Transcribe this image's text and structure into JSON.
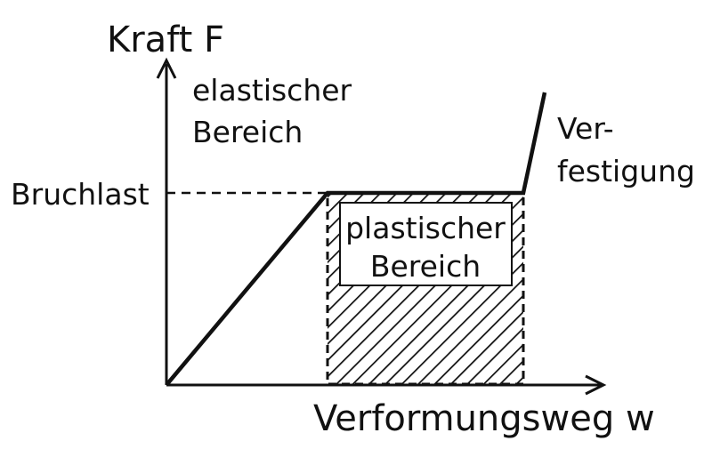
{
  "y_axis_label": "Kraft F",
  "x_axis_label": "Verformungsweg w",
  "elastic_region": {
    "line1": "elastischer",
    "line2": "Bereich"
  },
  "plastic_region": {
    "line1": "plastischer",
    "line2": "Bereich"
  },
  "hardening_region": {
    "line1": "Ver-",
    "line2": "festigung"
  },
  "breaking_load_label": "Bruchlast",
  "colors": {
    "ink": "#111111",
    "background": "#ffffff"
  }
}
